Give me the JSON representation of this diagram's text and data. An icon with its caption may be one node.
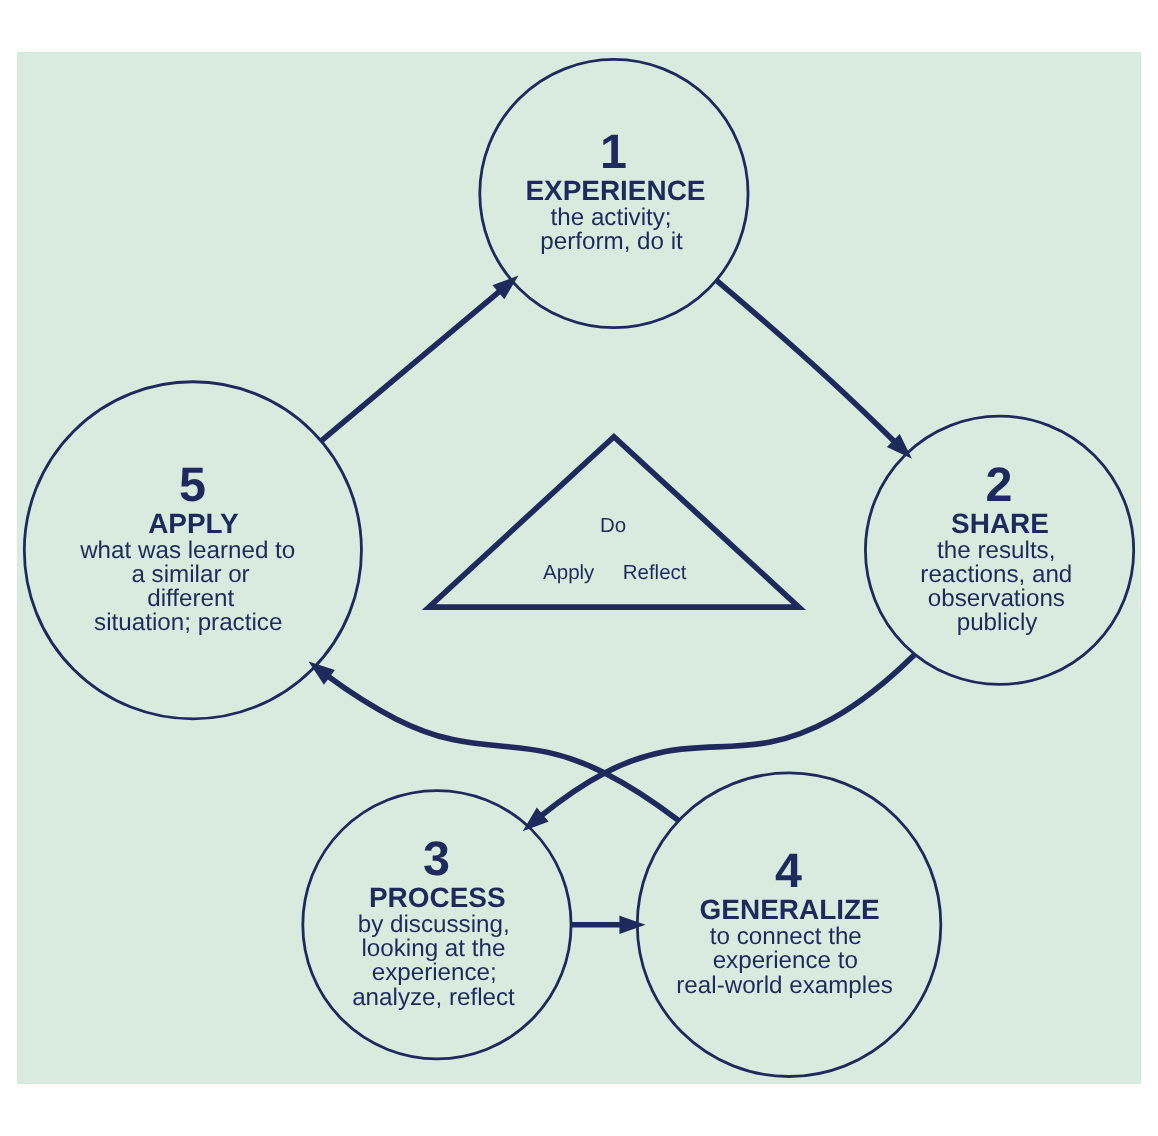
{
  "diagram": {
    "nodes": [
      {
        "text": [
          "1",
          "EXPERIENCE",
          "the activity; perform, do it"
        ]
      },
      {
        "text": [
          "2",
          "SHARE",
          "the results, reactions, and observations publicly"
        ]
      },
      {
        "text": [
          "3",
          "PROCESS",
          "by discussing, looking at the experience; analyze, reflect"
        ]
      },
      {
        "text": [
          "4",
          "GENERALIZE",
          "to connect the experience to real-world examples"
        ]
      },
      {
        "text": [
          "5",
          "APPLY",
          "what was learned to a similar or different situation; practice"
        ]
      },
      {
        "text": [
          "Do",
          "Apply",
          "Reflect"
        ]
      }
    ],
    "edges": [
      {
        "from": 0,
        "to": 1,
        "arrow": "to"
      },
      {
        "from": 1,
        "to": 2,
        "arrow": "to"
      },
      {
        "from": 2,
        "to": 3,
        "arrow": "to"
      },
      {
        "from": 3,
        "to": 4,
        "arrow": "to"
      },
      {
        "from": 4,
        "to": 0,
        "arrow": "to"
      }
    ]
  }
}
